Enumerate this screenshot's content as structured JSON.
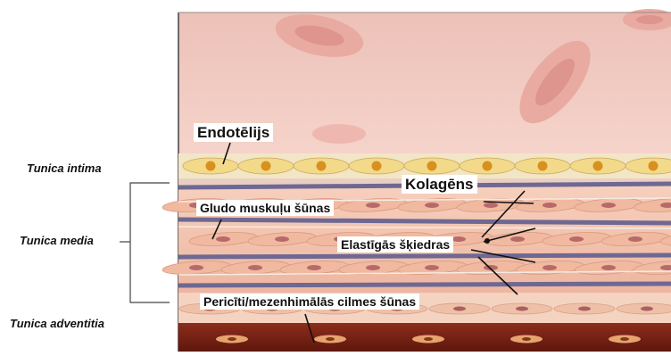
{
  "labels": {
    "tunica_intima": "Tunica intima",
    "tunica_media": "Tunica media",
    "tunica_adventitia": "Tunica adventitia",
    "endotelijs": "Endotēlijs",
    "kolagens": "Kolagēns",
    "gludo_muskulu_sunas": "Gludo muskuļu šūnas",
    "elastigas_skiedras": "Elastīgās šķiedras",
    "pericitiy": "Pericīti/mezenhimālās cilmes šūnas"
  },
  "colors": {
    "lumen": "#f1c9c0",
    "red_cell": "#e8a7a0",
    "endothelium": "#f3d98a",
    "nucleus": "#d8901e",
    "muscle": "#f2c2aa",
    "elastic": "#6e6893",
    "adventitia": "#7a2416"
  }
}
